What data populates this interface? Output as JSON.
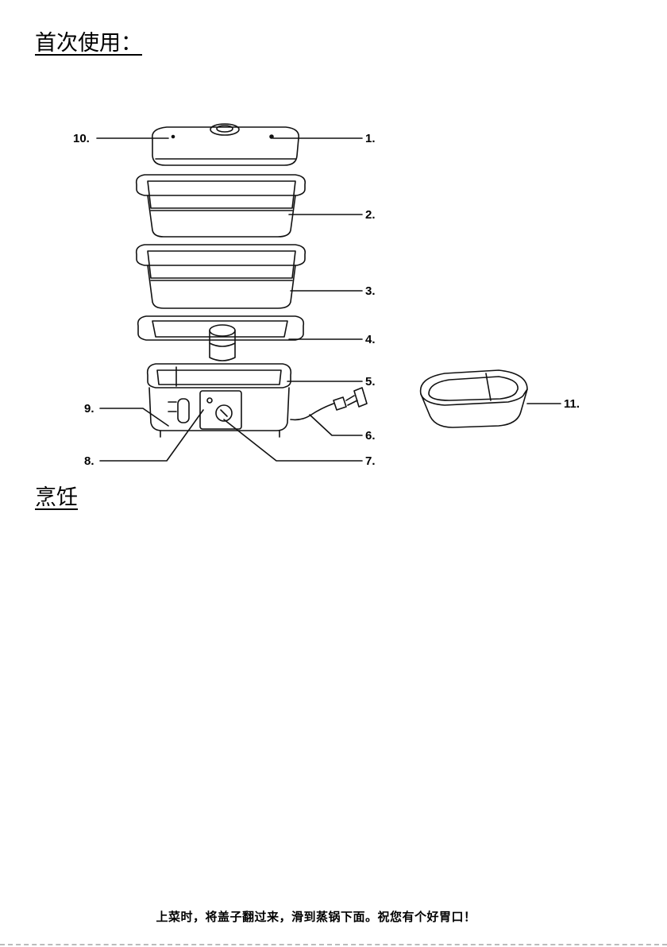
{
  "headings": {
    "first_use": "首次使用：",
    "cooking": "烹饪"
  },
  "diagram": {
    "callouts": [
      "1.",
      "2.",
      "3.",
      "4.",
      "5.",
      "6.",
      "7.",
      "8.",
      "9.",
      "10.",
      "11."
    ]
  },
  "footer": "上菜时，将盖子翻过来，滑到蒸锅下面。祝您有个好胃口！"
}
